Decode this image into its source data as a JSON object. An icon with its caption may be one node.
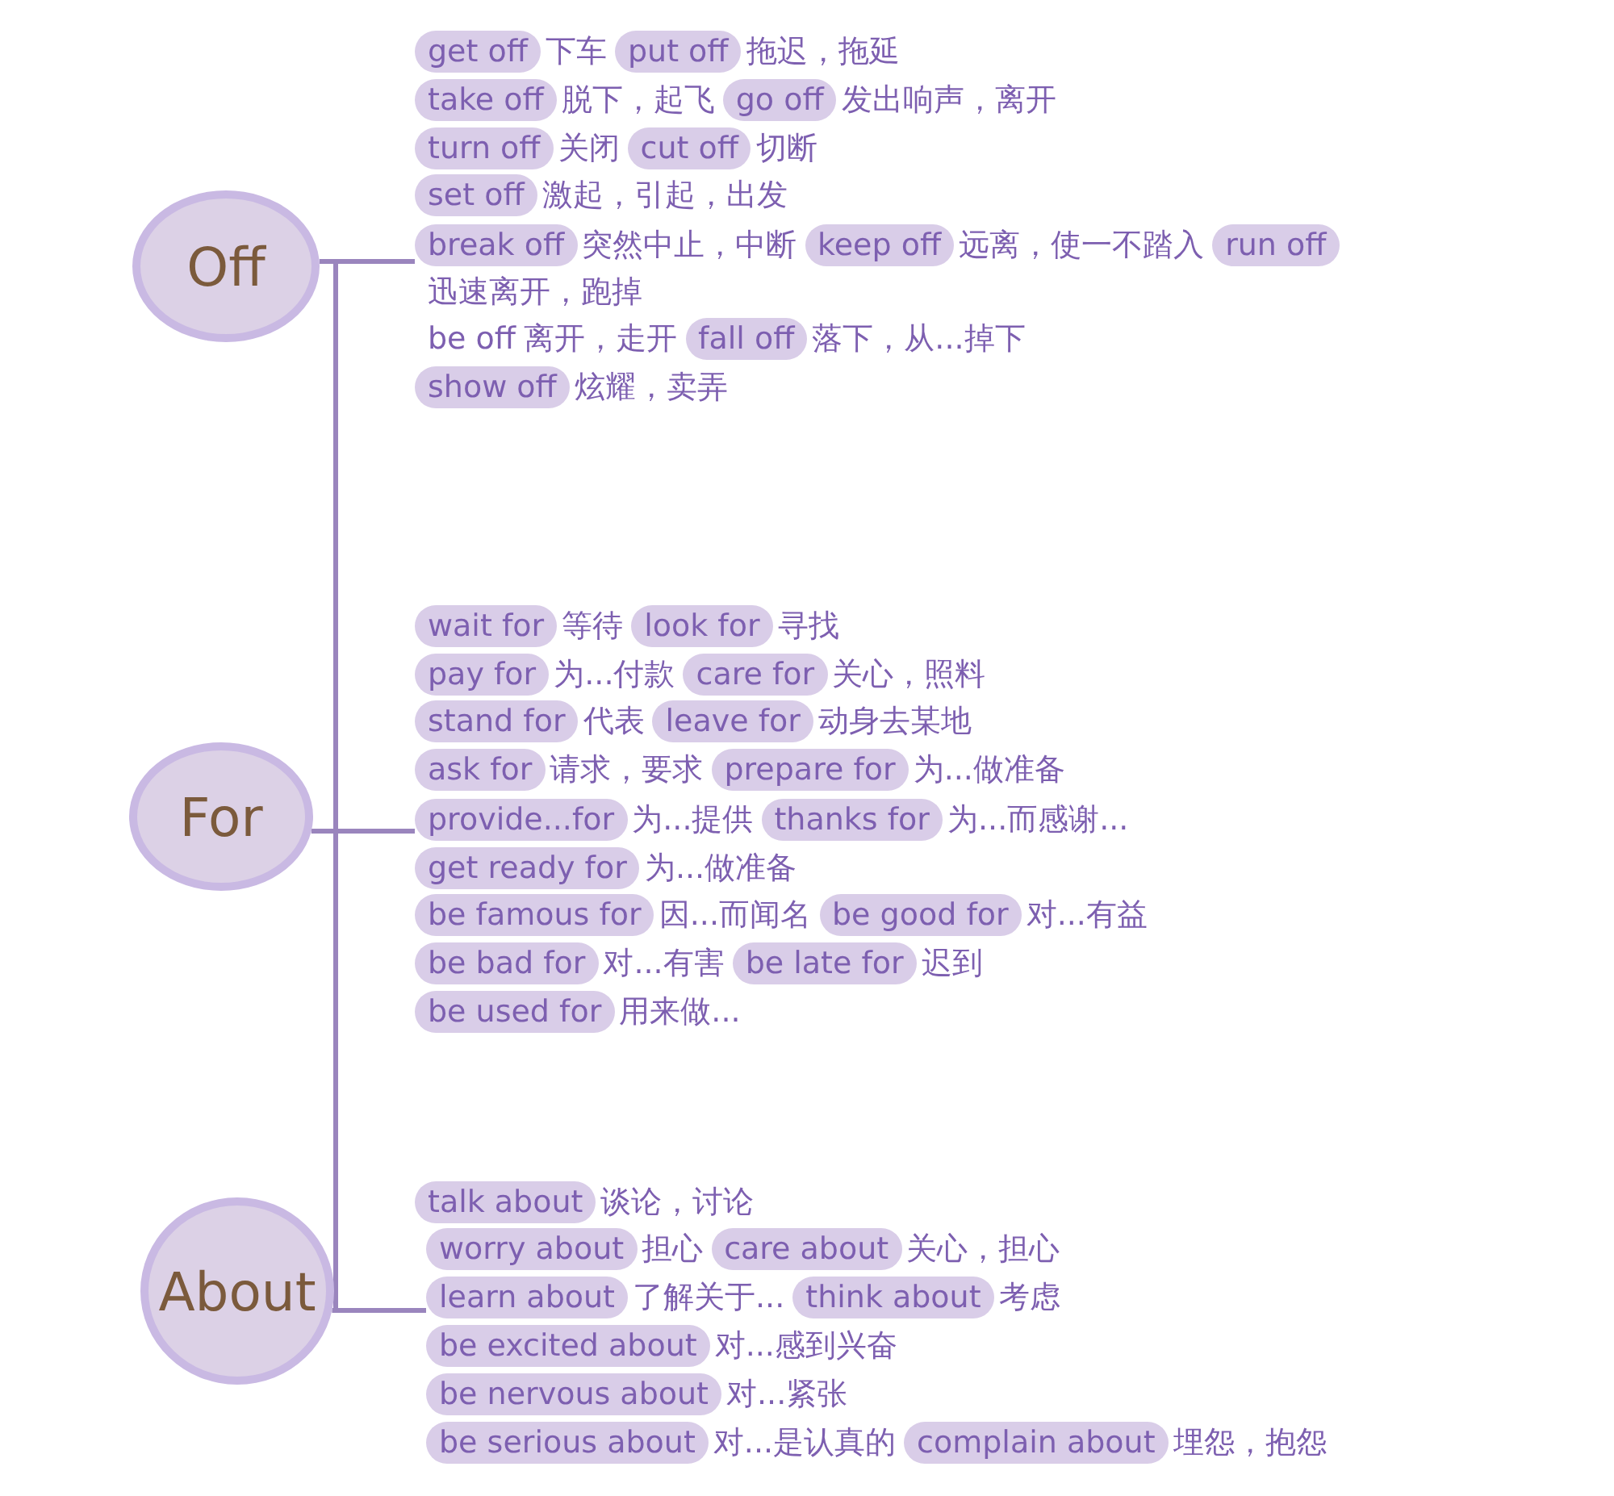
{
  "diagram": {
    "nodes": [
      {
        "text": [
          "Off"
        ]
      },
      {
        "text": [
          "For"
        ]
      },
      {
        "text": [
          "About"
        ]
      },
      {
        "text": [
          "get off"
        ],
        "beside": [
          "下车"
        ]
      },
      {
        "text": [
          "put off"
        ],
        "beside": [
          "拖迟，拖延"
        ]
      },
      {
        "text": [
          "take off"
        ],
        "beside": [
          "脱下，起飞"
        ]
      },
      {
        "text": [
          "go off"
        ],
        "beside": [
          "发出响声，离开"
        ]
      },
      {
        "text": [
          "turn off"
        ],
        "beside": [
          "关闭"
        ]
      },
      {
        "text": [
          "cut off"
        ],
        "beside": [
          "切断"
        ]
      },
      {
        "text": [
          "set off"
        ],
        "beside": [
          "激起，引起，出发"
        ]
      },
      {
        "text": [
          "break off"
        ],
        "beside": [
          "突然中止，中断"
        ]
      },
      {
        "text": [
          "keep off"
        ],
        "beside": [
          "远离，使一不踏入"
        ]
      },
      {
        "text": [
          "run off"
        ]
      },
      {
        "text": [
          "fall off"
        ],
        "beside": [
          "落下，从...掉下"
        ]
      },
      {
        "text": [
          "show off"
        ],
        "beside": [
          "炫耀，卖弄"
        ]
      },
      {
        "text": [
          "wait for"
        ],
        "beside": [
          "等待"
        ]
      },
      {
        "text": [
          "look for"
        ],
        "beside": [
          "寻找"
        ]
      },
      {
        "text": [
          "pay for"
        ],
        "beside": [
          "为...付款"
        ]
      },
      {
        "text": [
          "care for"
        ],
        "beside": [
          "关心，照料"
        ]
      },
      {
        "text": [
          "stand for"
        ],
        "beside": [
          "代表"
        ]
      },
      {
        "text": [
          "leave for"
        ],
        "beside": [
          "动身去某地"
        ]
      },
      {
        "text": [
          "ask for"
        ],
        "beside": [
          "请求，要求"
        ]
      },
      {
        "text": [
          "prepare for"
        ],
        "beside": [
          "为...做准备"
        ]
      },
      {
        "text": [
          "provide...for"
        ],
        "beside": [
          "为...提供"
        ]
      },
      {
        "text": [
          "thanks for"
        ],
        "beside": [
          "为...而感谢..."
        ]
      },
      {
        "text": [
          "get ready for"
        ],
        "beside": [
          "为...做准备"
        ]
      },
      {
        "text": [
          "be famous for"
        ],
        "beside": [
          "因...而闻名"
        ]
      },
      {
        "text": [
          "be good for"
        ],
        "beside": [
          "对...有益"
        ]
      },
      {
        "text": [
          "be bad for"
        ],
        "beside": [
          "对...有害"
        ]
      },
      {
        "text": [
          "be late for"
        ],
        "beside": [
          "迟到"
        ]
      },
      {
        "text": [
          "be used for"
        ],
        "beside": [
          "用来做..."
        ]
      },
      {
        "text": [
          "talk about"
        ],
        "beside": [
          "谈论，讨论"
        ]
      },
      {
        "text": [
          "worry about"
        ],
        "beside": [
          "担心"
        ]
      },
      {
        "text": [
          "care about"
        ],
        "beside": [
          "关心，担心"
        ]
      },
      {
        "text": [
          "learn about"
        ],
        "beside": [
          "了解关于..."
        ]
      },
      {
        "text": [
          "think about"
        ],
        "beside": [
          "考虑"
        ]
      },
      {
        "text": [
          "be excited about"
        ],
        "beside": [
          "对...感到兴奋"
        ]
      },
      {
        "text": [
          "be nervous about"
        ],
        "beside": [
          "对...紧张"
        ]
      },
      {
        "text": [
          "be serious about"
        ],
        "beside": [
          "对...是认真的"
        ]
      },
      {
        "text": [
          "complain about"
        ],
        "beside": [
          "埋怨，抱怨"
        ]
      }
    ],
    "edges": [
      {
        "from": 0,
        "to": 10,
        "arrow": "none"
      },
      {
        "from": 1,
        "to": 23,
        "arrow": "none"
      },
      {
        "from": 2,
        "to": 34,
        "arrow": "none"
      }
    ],
    "labels": [
      "迅速离开，跑掉",
      "be off",
      "离开，走开"
    ]
  }
}
